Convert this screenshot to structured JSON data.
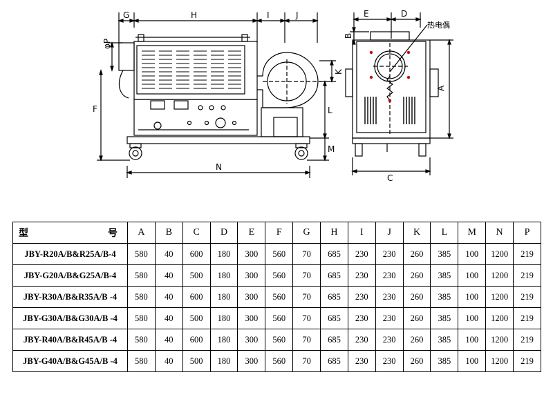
{
  "drawing": {
    "dims": {
      "G": "G",
      "H": "H",
      "I": "I",
      "J": "J",
      "P": "φP",
      "F": "F",
      "K": "K",
      "L": "L",
      "M": "M",
      "N": "N",
      "E": "E",
      "D": "D",
      "B": "B",
      "A": "A",
      "C": "C"
    },
    "thermocouple": "热电偶"
  },
  "table": {
    "header_model_left": "型",
    "header_model_right": "号",
    "columns": [
      "A",
      "B",
      "C",
      "D",
      "E",
      "F",
      "G",
      "H",
      "I",
      "J",
      "K",
      "L",
      "M",
      "N",
      "P"
    ],
    "rows": [
      {
        "model": "JBY-R20A/B&R25A/B-4",
        "values": [
          "580",
          "40",
          "600",
          "180",
          "300",
          "560",
          "70",
          "685",
          "230",
          "230",
          "260",
          "385",
          "100",
          "1200",
          "219"
        ]
      },
      {
        "model": "JBY-G20A/B&G25A/B-4",
        "values": [
          "580",
          "40",
          "500",
          "180",
          "300",
          "560",
          "70",
          "685",
          "230",
          "230",
          "260",
          "385",
          "100",
          "1200",
          "219"
        ]
      },
      {
        "model": "JBY-R30A/B&R35A/B -4",
        "values": [
          "580",
          "40",
          "600",
          "180",
          "300",
          "560",
          "70",
          "685",
          "230",
          "230",
          "260",
          "385",
          "100",
          "1200",
          "219"
        ]
      },
      {
        "model": "JBY-G30A/B&G30A/B -4",
        "values": [
          "580",
          "40",
          "500",
          "180",
          "300",
          "560",
          "70",
          "685",
          "230",
          "230",
          "260",
          "385",
          "100",
          "1200",
          "219"
        ]
      },
      {
        "model": "JBY-R40A/B&R45A/B -4",
        "values": [
          "580",
          "40",
          "600",
          "180",
          "300",
          "560",
          "70",
          "685",
          "230",
          "230",
          "260",
          "385",
          "100",
          "1200",
          "219"
        ]
      },
      {
        "model": "JBY-G40A/B&G45A/B -4",
        "values": [
          "580",
          "40",
          "500",
          "180",
          "300",
          "560",
          "70",
          "685",
          "230",
          "230",
          "260",
          "385",
          "100",
          "1200",
          "219"
        ]
      }
    ]
  }
}
